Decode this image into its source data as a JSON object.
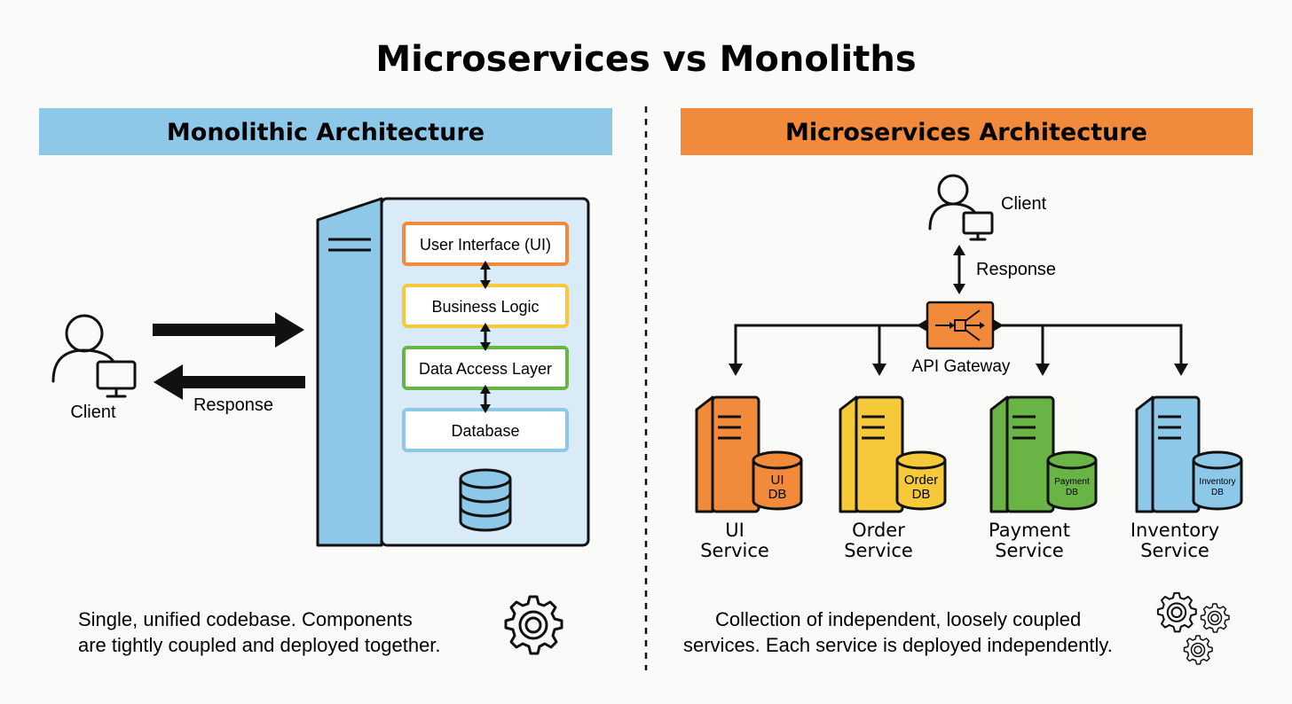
{
  "title": "Microservices vs Monoliths",
  "colors": {
    "monolith_header": "#8ec8e8",
    "microservices_header": "#f28a3c",
    "ui_orange": "#f28a3c",
    "logic_yellow": "#f5c93a",
    "data_green": "#6ab446",
    "db_blue": "#8ec8e8"
  },
  "monolith": {
    "header": "Monolithic Architecture",
    "client_label": "Client",
    "response_label": "Response",
    "layers": [
      "User Interface (UI)",
      "Business Logic",
      "Data Access Layer",
      "Database"
    ],
    "description_line1": "Single, unified codebase. Components",
    "description_line2": "are tightly coupled and deployed together."
  },
  "microservices": {
    "header": "Microservices Architecture",
    "client_label": "Client",
    "response_label": "Response",
    "gateway_label": "API Gateway",
    "services": [
      {
        "line1": "UI",
        "line2": "Service",
        "db_line1": "UI",
        "db_line2": "DB",
        "color": "#f28a3c"
      },
      {
        "line1": "Order",
        "line2": "Service",
        "db_line1": "Order",
        "db_line2": "DB",
        "color": "#f5c93a"
      },
      {
        "line1": "Payment",
        "line2": "Service",
        "db_line1": "Payment",
        "db_line2": "DB",
        "color": "#6ab446"
      },
      {
        "line1": "Inventory",
        "line2": "Service",
        "db_line1": "Inventory",
        "db_line2": "DB",
        "color": "#8ec8e8"
      }
    ],
    "description_line1": "Collection of independent, loosely coupled",
    "description_line2": "services. Each service is deployed independently."
  }
}
